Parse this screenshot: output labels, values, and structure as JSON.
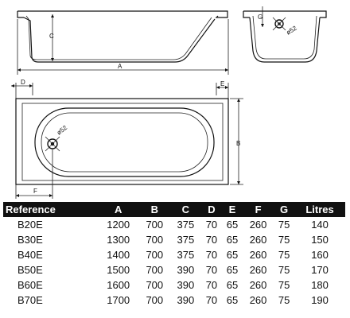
{
  "diagram": {
    "labels": {
      "A": "A",
      "B": "B",
      "C": "C",
      "D": "D",
      "E": "E",
      "F": "F",
      "G": "G",
      "drain_side": "ø52",
      "drain_top": "ø52"
    }
  },
  "table": {
    "headers": [
      "Reference",
      "A",
      "B",
      "C",
      "D",
      "E",
      "F",
      "G",
      "Litres"
    ],
    "rows": [
      [
        "B20E",
        "1200",
        "700",
        "375",
        "70",
        "65",
        "260",
        "75",
        "140"
      ],
      [
        "B30E",
        "1300",
        "700",
        "375",
        "70",
        "65",
        "260",
        "75",
        "150"
      ],
      [
        "B40E",
        "1400",
        "700",
        "375",
        "70",
        "65",
        "260",
        "75",
        "160"
      ],
      [
        "B50E",
        "1500",
        "700",
        "390",
        "70",
        "65",
        "260",
        "75",
        "170"
      ],
      [
        "B60E",
        "1600",
        "700",
        "390",
        "70",
        "65",
        "260",
        "75",
        "180"
      ],
      [
        "B70E",
        "1700",
        "700",
        "390",
        "70",
        "65",
        "260",
        "75",
        "190"
      ]
    ]
  }
}
